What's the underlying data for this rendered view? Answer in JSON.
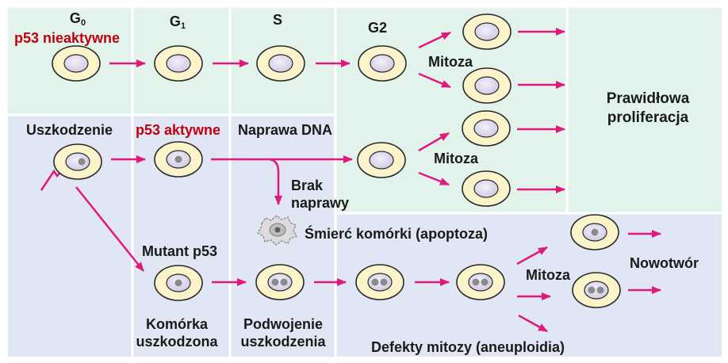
{
  "phases": {
    "g0_letter": "G",
    "g0_sub": "0",
    "g1_letter": "G",
    "g1_sub": "1",
    "s": "S",
    "g2": "G2"
  },
  "labels": {
    "p53_inactive": "p53 nieaktywne",
    "damage": "Uszkodzenie",
    "p53_active": "p53 aktywne",
    "dna_repair": "Naprawa DNA",
    "no_repair": "Brak\nnaprawy",
    "mitosis_1": "Mitoza",
    "mitosis_2": "Mitoza",
    "mitosis_3": "Mitoza",
    "normal_proliferation": "Prawidłowa\nproliferacja",
    "cell_death": "Śmierć komórki (apoptoza)",
    "mutant_p53": "Mutant p53",
    "cancer": "Nowotwór",
    "damaged_cell": "Komórka\nuszkodzona",
    "damage_duplication": "Podwojenie\nuszkodzenia",
    "mitotic_defects": "Defekty mitozy (aneuploidia)"
  },
  "colors": {
    "zone_normal": "#e2f3ec",
    "zone_damage": "#e0e6f3",
    "arrow": "#e0197d",
    "cell_fill": "#fbf3c9",
    "cell_stroke": "#2a2a2a",
    "nucleus_fill": "#e3def0",
    "nucleus_dot": "#8a8a8a",
    "text_red": "#c00010",
    "text": "#1a1a1a"
  }
}
